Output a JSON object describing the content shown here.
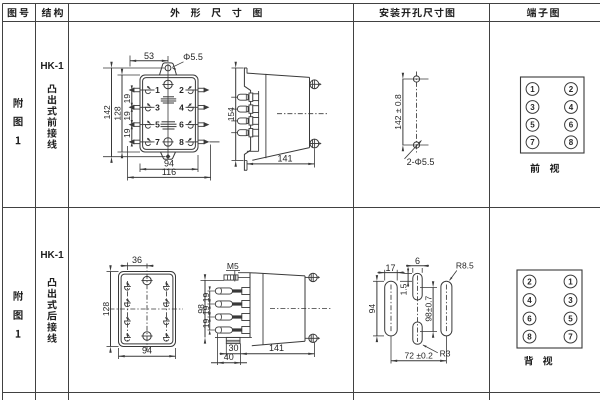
{
  "header": {
    "columns": [
      {
        "label": "图号"
      },
      {
        "label": "结构"
      },
      {
        "label": "外形尺寸图"
      },
      {
        "label": "安装开孔尺寸图"
      },
      {
        "label": "端子图"
      }
    ]
  },
  "rows": [
    {
      "figure_no": "附图1",
      "model": "HK-1",
      "wiring_type": "凸出式前接线",
      "outline_front": {
        "dim_top_offset": "53",
        "dim_hole_dia": "Φ5.5",
        "dim_height_overall": "142",
        "dim_height_body": "128",
        "dim_pin_pitch": [
          "19",
          "19",
          "19"
        ],
        "dim_width_body": "94",
        "dim_width_overall": "116",
        "terminal_numbers": [
          "1",
          "2",
          "3",
          "4",
          "5",
          "6",
          "7",
          "8"
        ]
      },
      "outline_side": {
        "dim_height": "154",
        "dim_depth": "141"
      },
      "mounting": {
        "dim_hole_pitch": "142 ± 0.8",
        "holes_label": "2-Φ5.5"
      },
      "terminal_diagram": {
        "left_column": [
          "1",
          "3",
          "5",
          "7"
        ],
        "right_column": [
          "2",
          "4",
          "6",
          "8"
        ],
        "view_label": "前视"
      }
    },
    {
      "figure_no": "附图1",
      "model": "HK-1",
      "wiring_type": "凸出式后接线",
      "outline_front": {
        "dim_stud_offset": "36",
        "dim_height_body": "128",
        "dim_width_body": "94"
      },
      "outline_side": {
        "stud_thread": "M5",
        "dim_terminal_span": "98",
        "dim_terminal_pitch": [
          "19",
          "19",
          "19"
        ],
        "dim_stud_width": "30",
        "dim_stud_base": "40",
        "dim_depth": "141"
      },
      "mounting": {
        "dim_slot_width": "17",
        "dim_slot_length": "94",
        "dim_center_slot_width": "6",
        "dim_center_slot_offset": "1.5",
        "dim_center_slot_pitch": "98±0.7",
        "slot_radius_label": "R8.5",
        "center_slot_radius_label": "R3",
        "dim_slot_pitch": "72 ±0.2"
      },
      "terminal_diagram": {
        "left_column": [
          "2",
          "4",
          "6",
          "8"
        ],
        "right_column": [
          "1",
          "3",
          "5",
          "7"
        ],
        "view_label": "背视"
      }
    }
  ]
}
